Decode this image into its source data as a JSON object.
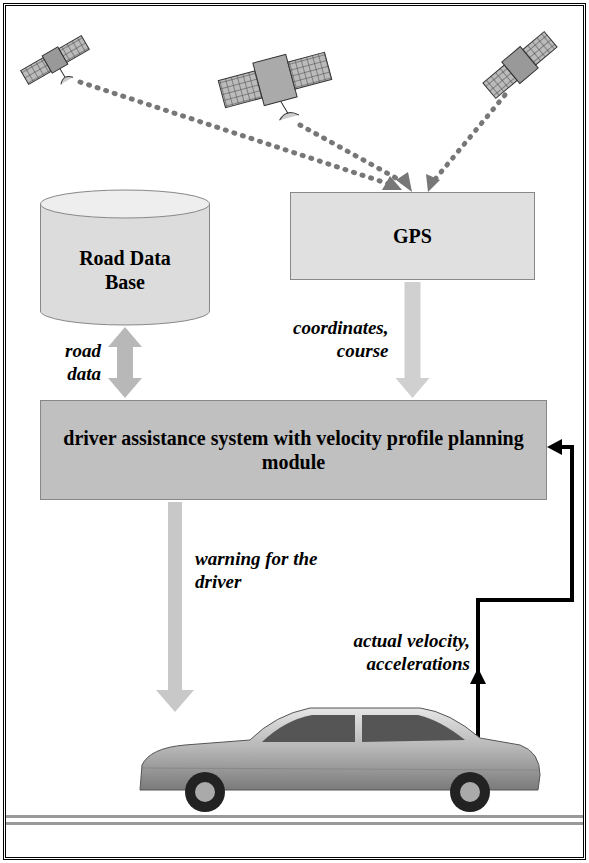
{
  "diagram": {
    "nodes": [
      {
        "text": [
          "Road Data Base"
        ]
      },
      {
        "text": [
          "GPS"
        ]
      },
      {
        "text": [
          "driver assistance system with velocity profile planning module"
        ]
      }
    ],
    "edges": [
      {
        "from": 0,
        "to": 2,
        "label": "road data",
        "arrow": "both"
      },
      {
        "from": 1,
        "to": 2,
        "label": "coordinates, course",
        "arrow": "to"
      }
    ],
    "labels": [
      "warning for the driver",
      "actual velocity, accelerations"
    ]
  }
}
